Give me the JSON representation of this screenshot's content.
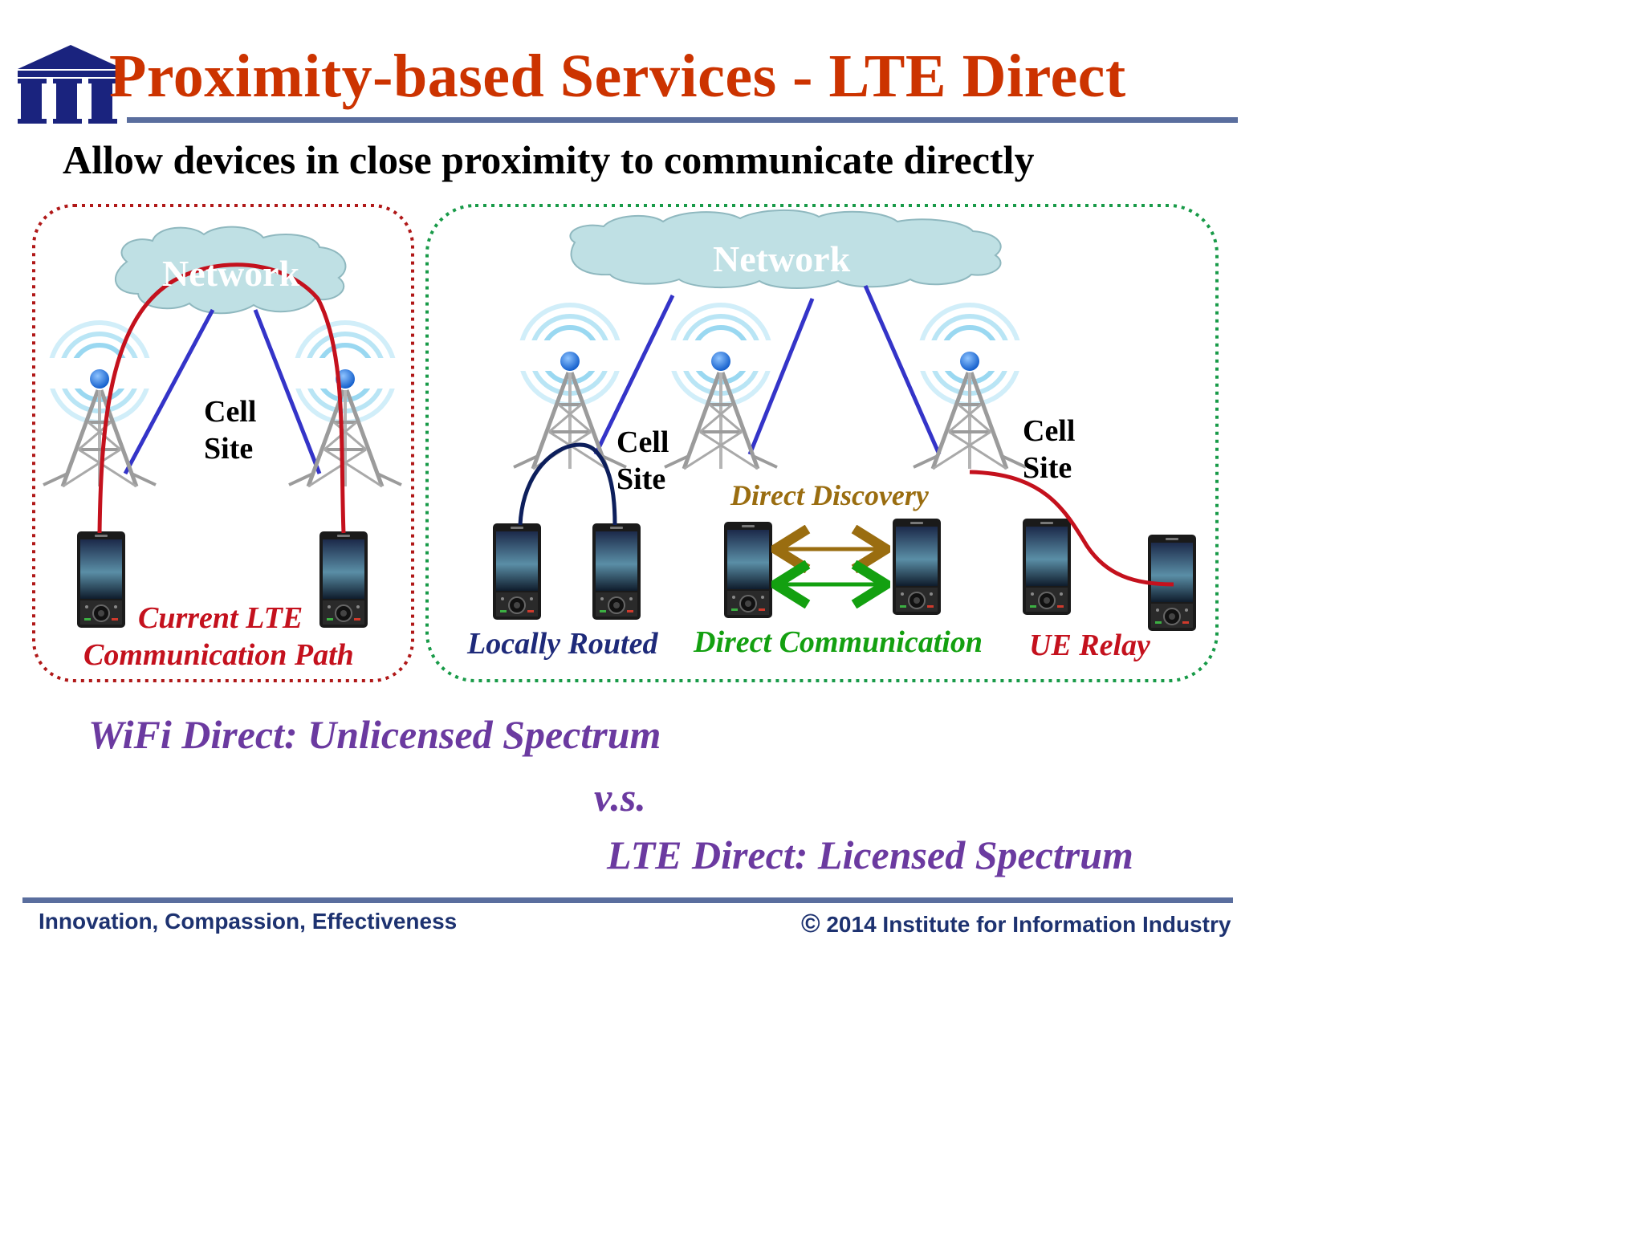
{
  "title": "Proximity-based Services - LTE Direct",
  "subtitle": "Allow devices in close proximity to communicate directly",
  "left_panel": {
    "network_label": "Network",
    "cell_site_label": [
      "Cell",
      "Site"
    ],
    "path_caption": [
      "Current LTE",
      "Communication Path"
    ]
  },
  "right_panel": {
    "network_label": "Network",
    "cell_site_label_1": [
      "Cell",
      "Site"
    ],
    "cell_site_label_2": [
      "Cell",
      "Site"
    ],
    "locally_routed": "Locally Routed",
    "direct_discovery": "Direct Discovery",
    "direct_communication": "Direct Communication",
    "ue_relay": "UE Relay"
  },
  "comparison": {
    "wifi": "WiFi Direct: Unlicensed Spectrum",
    "vs": "v.s.",
    "lte": "LTE Direct: Licensed Spectrum"
  },
  "footer": {
    "motto": "Innovation, Compassion, Effectiveness",
    "copyright_symbol": "©",
    "copyright": "2014 Institute for Information Industry"
  },
  "colors": {
    "title": "#cc3300",
    "logo": "#1a237e",
    "red_path": "#c4111d",
    "blue_link": "#3434c8",
    "navy_path": "#0d1f5c",
    "green": "#13a010",
    "brown": "#9a6d10",
    "purple": "#6b3aa0",
    "cloud": "#bfe0e4",
    "footer_rule": "#5a6e9e"
  }
}
